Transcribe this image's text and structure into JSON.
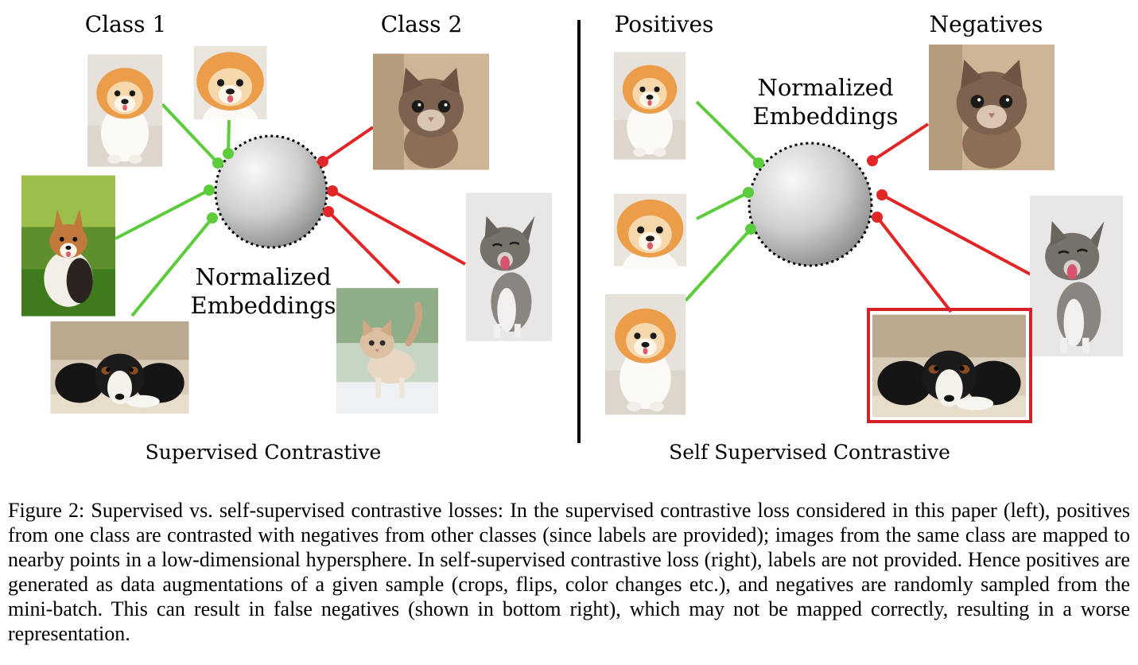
{
  "left_panel": {
    "class1_label": "Class 1",
    "class2_label": "Class 2",
    "sphere_label_line1": "Normalized",
    "sphere_label_line2": "Embeddings",
    "panel_title": "Supervised Contrastive",
    "images": [
      {
        "subject": "orange pomeranian puppy",
        "group": "Class 1"
      },
      {
        "subject": "orange pomeranian puppy",
        "group": "Class 1"
      },
      {
        "subject": "corgi on grass",
        "group": "Class 1"
      },
      {
        "subject": "black and white spaniel lying down",
        "group": "Class 1"
      },
      {
        "subject": "brown tabby kitten",
        "group": "Class 2"
      },
      {
        "subject": "meowing grey kitten",
        "group": "Class 2"
      },
      {
        "subject": "cream kitten walking",
        "group": "Class 2"
      }
    ]
  },
  "right_panel": {
    "positives_label": "Positives",
    "negatives_label": "Negatives",
    "sphere_label_line1": "Normalized",
    "sphere_label_line2": "Embeddings",
    "panel_title": "Self Supervised Contrastive",
    "images": [
      {
        "subject": "orange pomeranian puppy",
        "group": "Positives"
      },
      {
        "subject": "orange pomeranian puppy crop",
        "group": "Positives"
      },
      {
        "subject": "orange pomeranian puppy",
        "group": "Positives"
      },
      {
        "subject": "brown tabby kitten",
        "group": "Negatives"
      },
      {
        "subject": "meowing grey kitten",
        "group": "Negatives"
      },
      {
        "subject": "black and white spaniel lying down",
        "group": "Negatives",
        "highlighted": true
      }
    ]
  },
  "colors": {
    "positive_line": "#5ccc3c",
    "negative_line": "#e02626",
    "highlight_box": "#d8202a",
    "divider": "#000000"
  },
  "caption": "Figure 2: Supervised vs. self-supervised contrastive losses: In the supervised contrastive loss considered in this paper (left), positives from one class are contrasted with negatives from other classes (since labels are provided); images from the same class are mapped to nearby points in a low-dimensional hypersphere. In self-supervised contrastive loss (right), labels are not provided. Hence positives are generated as data augmentations of a given sample (crops, flips, color changes etc.), and negatives are randomly sampled from the mini-batch. This can result in false negatives (shown in bottom right), which may not be mapped correctly, resulting in a worse representation."
}
